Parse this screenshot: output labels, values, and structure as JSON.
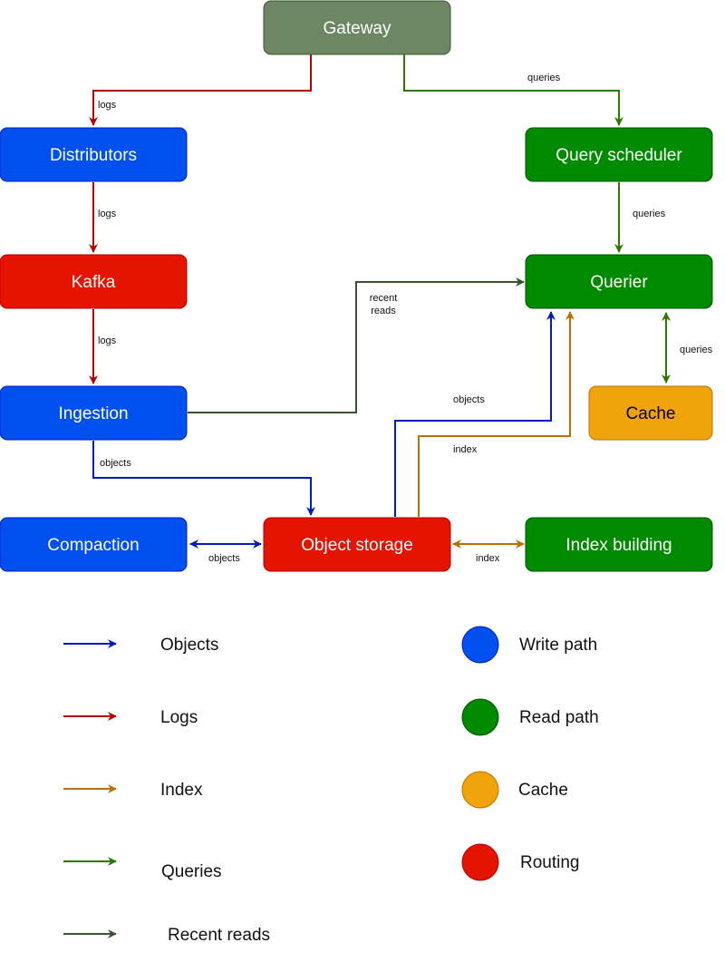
{
  "colors": {
    "blue_node": "#0050ef",
    "red_node": "#e51400",
    "green_node": "#008a00",
    "gateway_node": "#6d8764",
    "cache_node": "#f0a30a",
    "objects_edge": "#001dbc",
    "logs_edge": "#b20000",
    "index_edge": "#bd7000",
    "queries_edge": "#2d7600",
    "recent_reads_edge": "#3a5431"
  },
  "nodes": {
    "gateway": "Gateway",
    "distributors": "Distributors",
    "query_scheduler": "Query scheduler",
    "kafka": "Kafka",
    "querier": "Querier",
    "ingestion": "Ingestion",
    "cache": "Cache",
    "compaction": "Compaction",
    "object_storage": "Object storage",
    "index_building": "Index building"
  },
  "edges": {
    "gateway_distributors": "logs",
    "gateway_scheduler": "queries",
    "distributors_kafka": "logs",
    "scheduler_querier": "queries",
    "kafka_ingestion": "logs",
    "recent_reads_line1": "recent",
    "recent_reads_line2": "reads",
    "querier_cache": "queries",
    "storage_querier_objects": "objects",
    "storage_querier_index": "index",
    "ingestion_storage": "objects",
    "compaction_storage": "objects",
    "storage_index_building": "index"
  },
  "legend": {
    "arrows": {
      "objects": "Objects",
      "logs": "Logs",
      "index": "Index",
      "queries": "Queries",
      "recent_reads": "Recent reads"
    },
    "dots": {
      "write_path": "Write path",
      "read_path": "Read path",
      "cache": "Cache",
      "routing": "Routing"
    }
  }
}
